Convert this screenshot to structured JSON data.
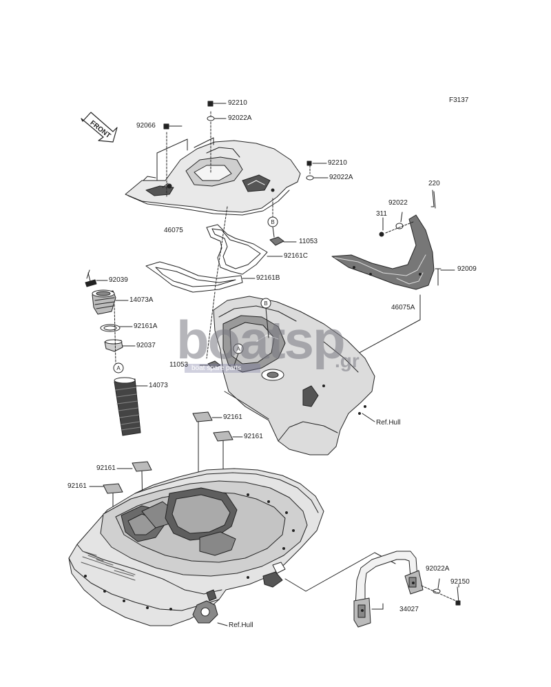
{
  "figure_code": "F3137",
  "front_badge": "FRONT",
  "watermark": {
    "logo": "boatsp",
    "domain": ".gr",
    "tagline": "boat spare parts"
  },
  "callout_letters": {
    "a": "A",
    "b": "B"
  },
  "part_labels": [
    {
      "id": "p92210_top",
      "text": "92210"
    },
    {
      "id": "p92022A_top",
      "text": "92022A"
    },
    {
      "id": "p92066",
      "text": "92066"
    },
    {
      "id": "p92210_mid",
      "text": "92210"
    },
    {
      "id": "p92022A_mid",
      "text": "92022A"
    },
    {
      "id": "p46075",
      "text": "46075"
    },
    {
      "id": "p220",
      "text": "220"
    },
    {
      "id": "p92022",
      "text": "92022"
    },
    {
      "id": "p311",
      "text": "311"
    },
    {
      "id": "p11053_top",
      "text": "11053"
    },
    {
      "id": "p92161C",
      "text": "92161C"
    },
    {
      "id": "p92009",
      "text": "92009"
    },
    {
      "id": "p92039",
      "text": "92039"
    },
    {
      "id": "p92161B",
      "text": "92161B"
    },
    {
      "id": "p14073A",
      "text": "14073A"
    },
    {
      "id": "p46075A",
      "text": "46075A"
    },
    {
      "id": "p92161A",
      "text": "92161A"
    },
    {
      "id": "p92037",
      "text": "92037"
    },
    {
      "id": "p11053_mid",
      "text": "11053"
    },
    {
      "id": "p14073",
      "text": "14073"
    },
    {
      "id": "p92161_a",
      "text": "92161"
    },
    {
      "id": "pRefHull_mid",
      "text": "Ref.Hull"
    },
    {
      "id": "p92161_b",
      "text": "92161"
    },
    {
      "id": "p92161_c",
      "text": "92161"
    },
    {
      "id": "p92161_d",
      "text": "92161"
    },
    {
      "id": "p92022A_bot",
      "text": "92022A"
    },
    {
      "id": "p92150",
      "text": "92150"
    },
    {
      "id": "p34027",
      "text": "34027"
    },
    {
      "id": "pRefHull_bot",
      "text": "Ref.Hull"
    }
  ]
}
